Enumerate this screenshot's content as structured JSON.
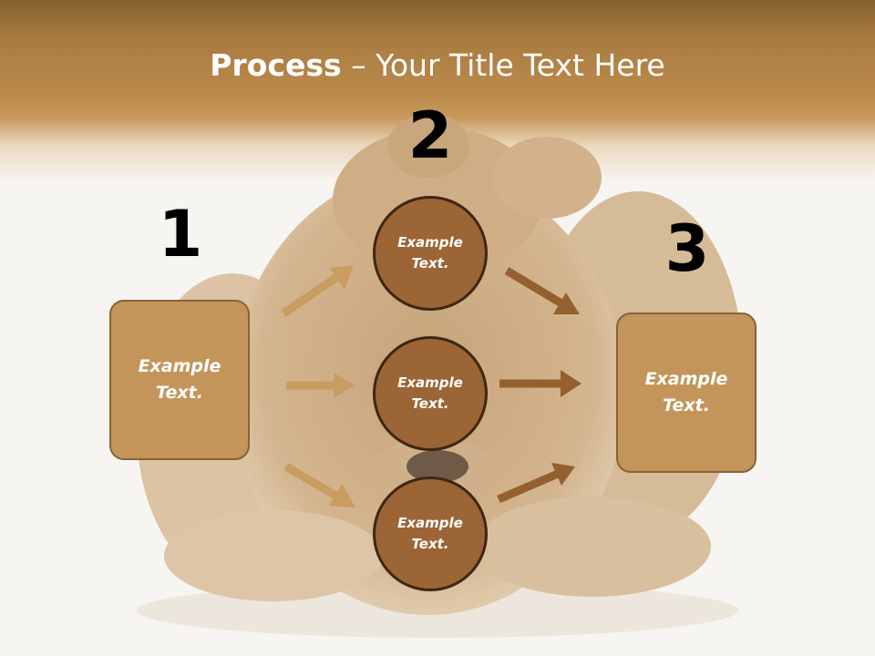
{
  "slide": {
    "title_bold": "Process",
    "title_rest": " – Your Title Text Here"
  },
  "steps": {
    "one": {
      "number": "1",
      "text_line1": "Example",
      "text_line2": "Text."
    },
    "two": {
      "number": "2"
    },
    "three": {
      "number": "3",
      "text_line1": "Example",
      "text_line2": "Text."
    }
  },
  "circles": [
    {
      "line1": "Example",
      "line2": "Text."
    },
    {
      "line1": "Example",
      "line2": "Text."
    },
    {
      "line1": "Example",
      "line2": "Text."
    }
  ],
  "colors": {
    "header_brown": "#a97a3e",
    "box_fill": "#c4955b",
    "circle_fill": "#9b6535",
    "arrow_light": "#c99c62",
    "arrow_dark": "#94602f"
  },
  "background_image": "teddy-bear-photo"
}
